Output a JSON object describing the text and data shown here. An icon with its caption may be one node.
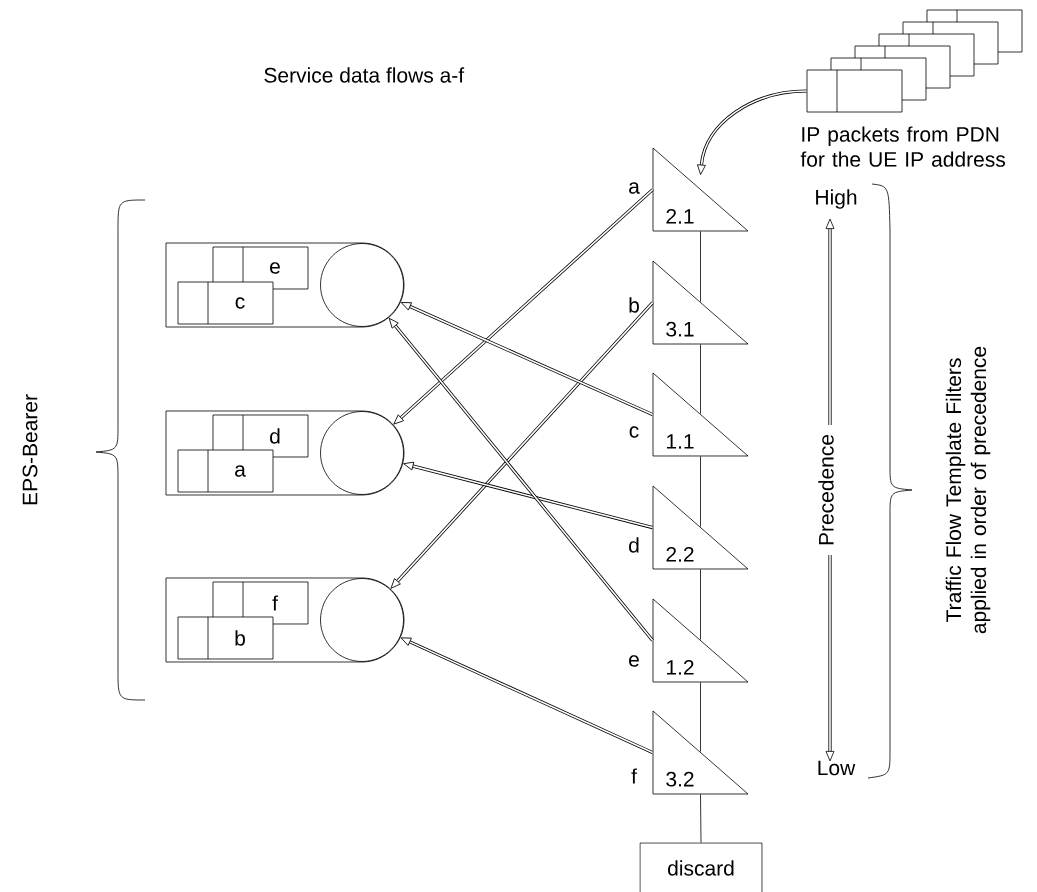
{
  "diagram": {
    "nodes": [
      {
        "text": [],
        "shape": "cylinder"
      },
      {
        "text": [
          "e"
        ],
        "in": 0
      },
      {
        "text": [
          "c"
        ],
        "in": 0
      },
      {
        "text": [],
        "shape": "circle",
        "in": 0
      },
      {
        "text": [],
        "shape": "cylinder"
      },
      {
        "text": [
          "d"
        ],
        "in": 4
      },
      {
        "text": [
          "a"
        ],
        "in": 4
      },
      {
        "text": [],
        "shape": "circle",
        "in": 4
      },
      {
        "text": [],
        "shape": "cylinder"
      },
      {
        "text": [
          "f"
        ],
        "in": 8
      },
      {
        "text": [
          "b"
        ],
        "in": 8
      },
      {
        "text": [],
        "shape": "circle",
        "in": 8
      },
      {
        "text": [
          "2.1"
        ],
        "beside": [
          "a"
        ]
      },
      {
        "text": [
          "3.1"
        ],
        "beside": [
          "b"
        ]
      },
      {
        "text": [
          "1.1"
        ],
        "beside": [
          "c"
        ]
      },
      {
        "text": [
          "2.2"
        ],
        "beside": [
          "d"
        ]
      },
      {
        "text": [
          "1.2"
        ],
        "beside": [
          "e"
        ]
      },
      {
        "text": [
          "3.2"
        ],
        "beside": [
          "f"
        ]
      },
      {
        "text": [
          "discard"
        ]
      },
      {
        "text": [],
        "shape": "box",
        "beside": [
          "IP packets from PDN for the UE IP address"
        ]
      }
    ],
    "edges": [
      {
        "from": 19,
        "to": 12,
        "arrow": "to"
      },
      {
        "from": 12,
        "to": 7,
        "arrow": "to"
      },
      {
        "from": 13,
        "to": 11,
        "arrow": "to"
      },
      {
        "from": 14,
        "to": 3,
        "arrow": "to"
      },
      {
        "from": 15,
        "to": 7,
        "arrow": "to"
      },
      {
        "from": 16,
        "to": 3,
        "arrow": "to"
      },
      {
        "from": 17,
        "to": 11,
        "arrow": "to"
      },
      {
        "from": 12,
        "to": 13,
        "arrow": "none"
      },
      {
        "from": 13,
        "to": 14,
        "arrow": "none"
      },
      {
        "from": 14,
        "to": 15,
        "arrow": "none"
      },
      {
        "from": 15,
        "to": 16,
        "arrow": "none"
      },
      {
        "from": 16,
        "to": 17,
        "arrow": "none"
      },
      {
        "from": 17,
        "to": 18,
        "arrow": "none"
      }
    ],
    "labels": [
      "Service data flows a-f",
      "EPS-Bearer",
      "High",
      "Precedence",
      "Low",
      "Traffic Flow Template Filters applied in order of precedence"
    ]
  }
}
